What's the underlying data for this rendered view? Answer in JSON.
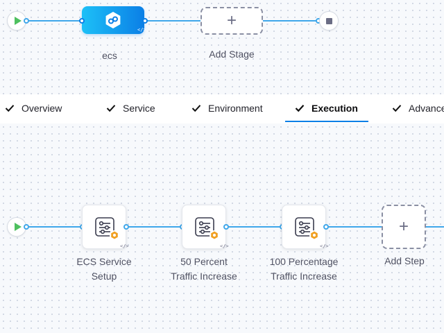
{
  "pipeline": {
    "start_icon": "play-icon",
    "stage": {
      "name": "ecs",
      "icon": "ecs-cluster-icon",
      "yaml_mark": "</>"
    },
    "add_stage": {
      "symbol": "+",
      "label": "Add Stage"
    },
    "end_icon": "stop-icon"
  },
  "tabs": [
    {
      "label": "Overview",
      "completed": true,
      "active": false
    },
    {
      "label": "Service",
      "completed": true,
      "active": false
    },
    {
      "label": "Environment",
      "completed": true,
      "active": false
    },
    {
      "label": "Execution",
      "completed": true,
      "active": true
    },
    {
      "label": "Advanced",
      "completed": true,
      "active": false
    }
  ],
  "execution": {
    "steps": [
      {
        "label_line1": "ECS Service",
        "label_line2": "Setup",
        "icon": "step-config-icon",
        "badge_icon": "warning-badge-icon",
        "yaml_mark": "</>"
      },
      {
        "label_line1": "50 Percent",
        "label_line2": "Traffic Increase",
        "icon": "step-config-icon",
        "badge_icon": "warning-badge-icon",
        "yaml_mark": "</>"
      },
      {
        "label_line1": "100 Percentage",
        "label_line2": "Traffic Increase",
        "icon": "step-config-icon",
        "badge_icon": "warning-badge-icon",
        "yaml_mark": "</>"
      }
    ],
    "add_step": {
      "symbol": "+",
      "label": "Add Step"
    }
  },
  "colors": {
    "connector": "#3fa7ea",
    "stage_gradient_start": "#1dc0f7",
    "stage_gradient_end": "#0b7fe6",
    "active_tab_underline": "#0b7fe6",
    "start_green": "#4ec05f",
    "badge_orange": "#f0a021"
  }
}
